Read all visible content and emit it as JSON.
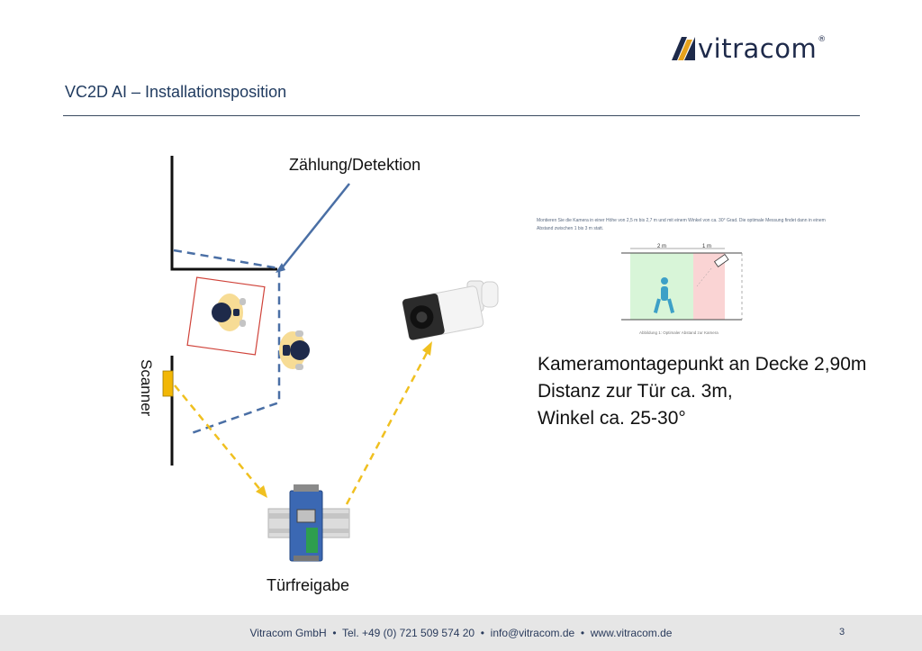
{
  "logo": {
    "text": "vitracom",
    "reg": "®",
    "colors": {
      "navy": "#1e2a4a",
      "orange": "#e8a21c"
    }
  },
  "title": "VC2D AI – Installationsposition",
  "diagram": {
    "detection_label": "Zählung/Detektion",
    "scanner_label": "Scanner",
    "release_label": "Türfreigabe",
    "colors": {
      "wall": "#111111",
      "zone": "#4a6fa5",
      "signal": "#f0c020",
      "scanner": "#f2b705",
      "zone_box": "#d0433a"
    }
  },
  "inset": {
    "text": "Montieren Sie die Kamera in einer Höhe von 2,5 m bis 2,7 m und mit einem Winkel von ca. 30° Grad. Die optimale Messung findet dann in einem Abstand zwischen 1 bis 3 m statt.",
    "label_2m": "2 m",
    "label_1m": "1 m",
    "caption": "Abbildung 1: Optimaler Abstand zur Kamera"
  },
  "info": {
    "lines": [
      "Kameramontagepunkt an Decke 2,90m",
      "Distanz zur Tür ca. 3m,",
      "Winkel ca. 25-30°"
    ]
  },
  "footer": {
    "company": "Vitracom GmbH",
    "phone": "Tel. +49 (0) 721 509 574 20",
    "email": "info@vitracom.de",
    "web": "www.vitracom.de",
    "separator": "•",
    "page": "3"
  }
}
